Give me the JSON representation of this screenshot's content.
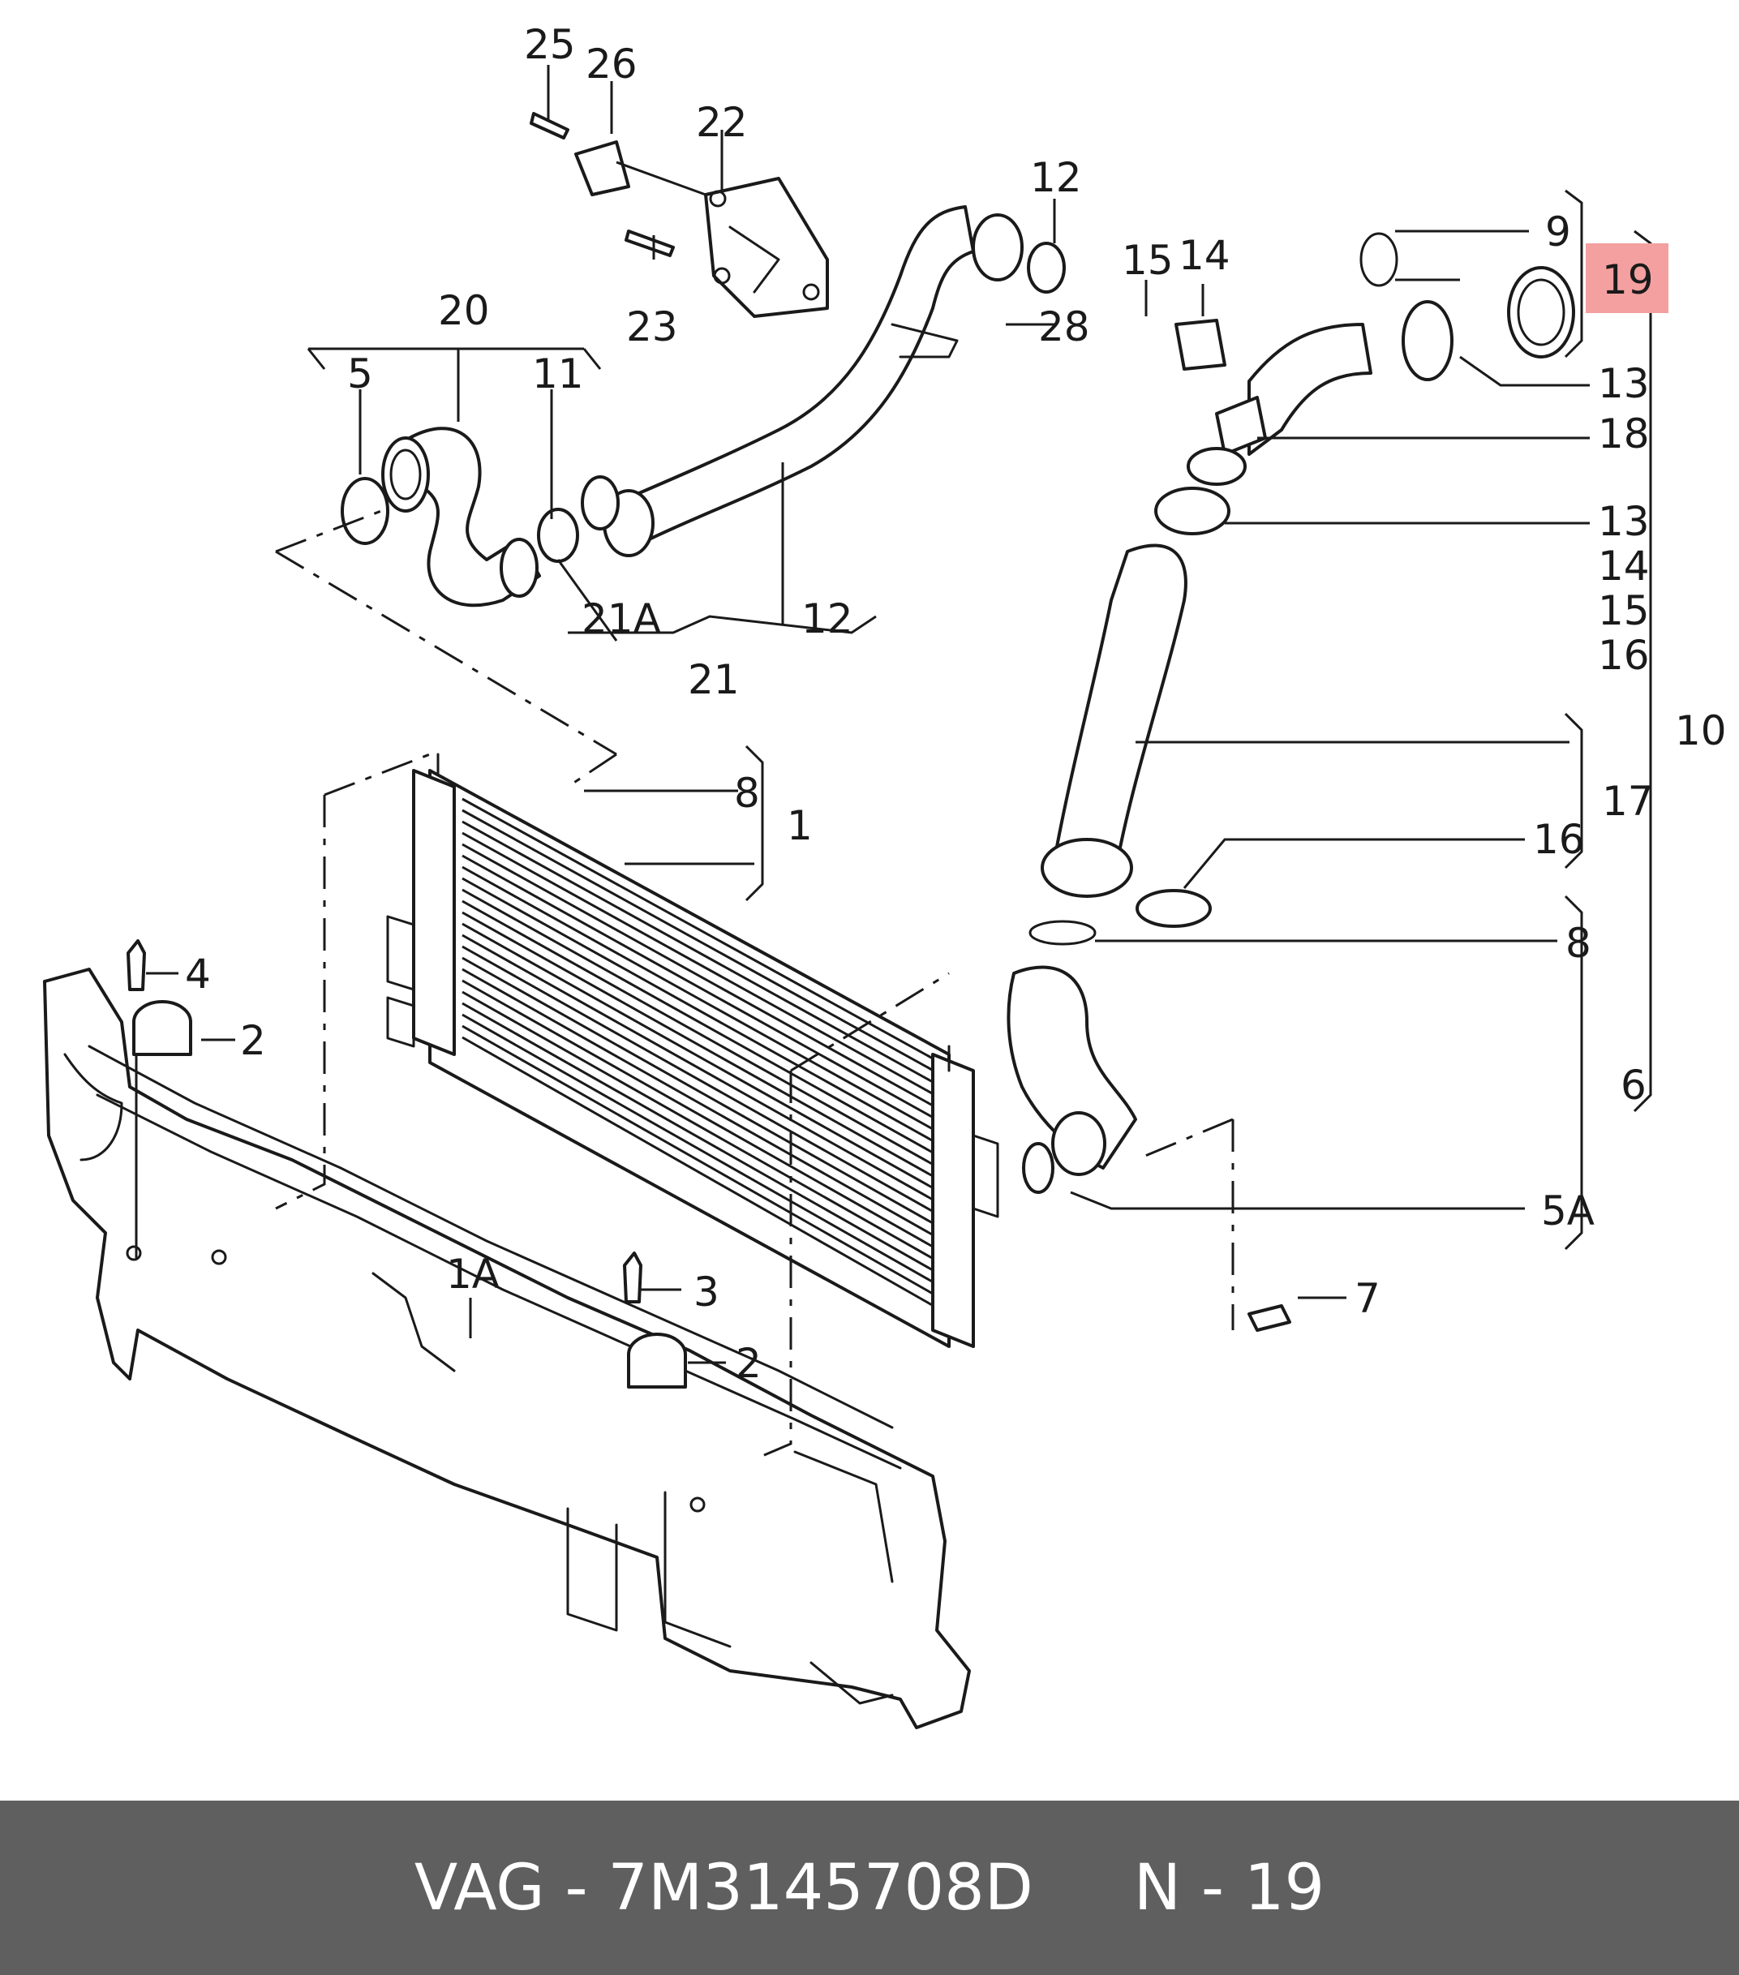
{
  "diagram": {
    "highlight_color": "#f4a0a0",
    "callouts": {
      "c25": "25",
      "c26": "26",
      "c22": "22",
      "c23": "23",
      "c12a": "12",
      "c28": "28",
      "c20": "20",
      "c5": "5",
      "c11": "11",
      "c21a": "21A",
      "c12b": "12",
      "c21": "21",
      "c15": "15",
      "c14": "14",
      "c9": "9",
      "c19": "19",
      "c13a": "13",
      "c18": "18",
      "c13b": "13",
      "c14b": "14",
      "c15b": "15",
      "c16b": "16",
      "c10": "10",
      "c17": "17",
      "c16": "16",
      "c8a": "8",
      "c1": "1",
      "c8b": "8",
      "c6": "6",
      "c5a": "5A",
      "c7": "7",
      "c4": "4",
      "c2a": "2",
      "c1a": "1A",
      "c3": "3",
      "c2b": "2"
    }
  },
  "footer": {
    "brand": "VAG",
    "part_number": "7M3145708D",
    "position": "N - 19",
    "background": "#5f5f5f"
  }
}
